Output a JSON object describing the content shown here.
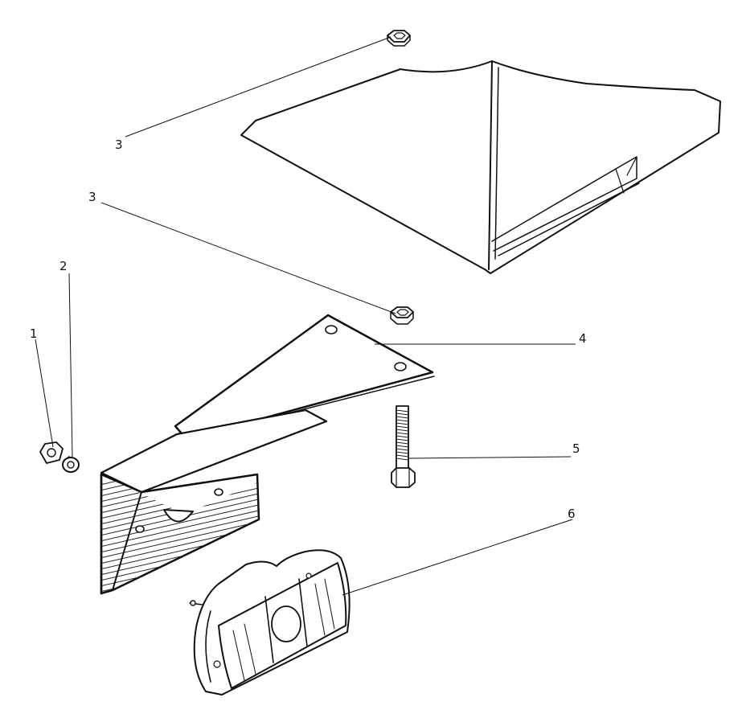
{
  "diagram": {
    "callouts": [
      {
        "id": "callout-1",
        "label": "1"
      },
      {
        "id": "callout-2",
        "label": "2"
      },
      {
        "id": "callout-3a",
        "label": "3"
      },
      {
        "id": "callout-3b",
        "label": "3"
      },
      {
        "id": "callout-4",
        "label": "4"
      },
      {
        "id": "callout-5",
        "label": "5"
      },
      {
        "id": "callout-6",
        "label": "6"
      }
    ]
  }
}
